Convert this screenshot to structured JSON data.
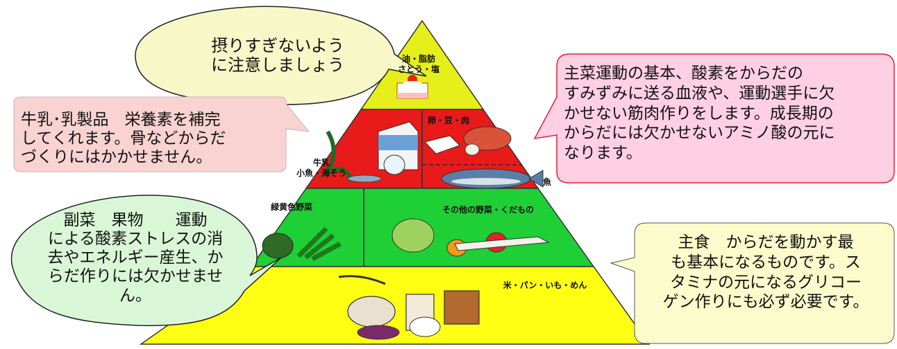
{
  "pyramid": {
    "tier_top": {
      "label": "油・脂肪\nさとう・塩",
      "color": "#e6ef1a"
    },
    "tier_second_left": {
      "label": "牛乳\n小魚・海そう",
      "color": "#e81a1a"
    },
    "tier_second_right": {
      "label": "卵・豆・肉",
      "label_fish": "魚",
      "color": "#e81a1a"
    },
    "tier_third_left": {
      "label": "緑黄色野菜",
      "color": "#1fcf36"
    },
    "tier_third_right": {
      "label": "その他の野菜・くだもの",
      "color": "#1fcf36"
    },
    "tier_bottom": {
      "label": "米・パン・いも・めん",
      "color": "#ffff14"
    }
  },
  "callouts": {
    "fats": {
      "text": "摂りすぎないよう\nに注意しましょう",
      "fill": "#f7f7c8"
    },
    "dairy": {
      "text": "牛乳･乳製品　栄養素を補完\nしてくれます。骨などからだ\nづくりにはかかせません。",
      "fill": "#f9d2d2"
    },
    "main_dish": {
      "text": "主菜運動の基本、酸素をからだの\nすみずみに送る血液や、運動選手に欠\nかせない筋肉作りをします。成長期の\nからだには欠かせないアミノ酸の元に\nなります。",
      "fill": "#ffcfe4"
    },
    "side_dish": {
      "text": "副菜　果物　　運動\nによる酸素ストレスの消\n去やエネルギー産生、か\nらだ作りには欠かせませ\nん。",
      "fill": "#d9f7d6"
    },
    "staple": {
      "text": "主食　からだを動かす最\nも基本になるものです。ス\nタミナの元になるグリコー\nゲン作りにも必ず必要です。",
      "fill": "#fbfbcb"
    }
  }
}
